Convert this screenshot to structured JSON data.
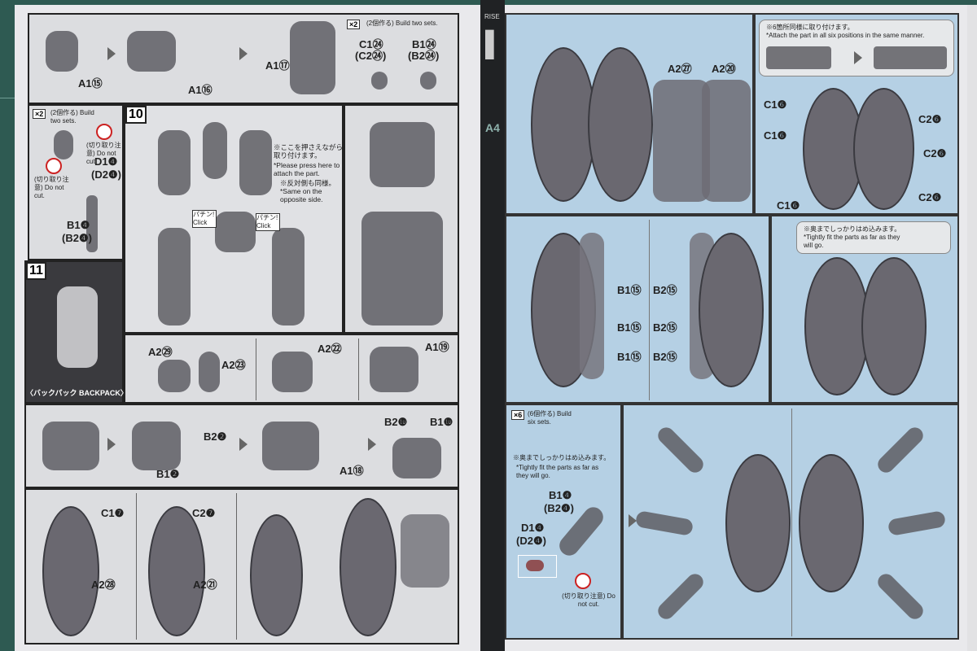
{
  "left_page": {
    "row1": {
      "labels": [
        "A1⑮",
        "A1⑯",
        "A1⑰",
        "C1㉔",
        "(C2㉔)",
        "B1㉔",
        "(B2㉔)"
      ],
      "badge": "×2",
      "badge_note": "(2個作る) Build two sets."
    },
    "subpanel": {
      "badge": "×2",
      "badge_note": "(2個作る) Build two sets.",
      "labels": [
        "D1❹",
        "(D2❹)",
        "B1❹",
        "(B2❹)"
      ],
      "do_not_cut": [
        "(切り取り注意) Do not cut.",
        "(切り取り注意) Do not cut."
      ]
    },
    "step10": {
      "number": "10",
      "note_jp": "※ここを押さえながら取り付けます。",
      "note_en": "*Please press here to attach the part.",
      "note2_jp": "※反対側も同様。",
      "note2_en": "*Same on the opposite side.",
      "click1": "パチン! Click",
      "click2": "パチン! Click"
    },
    "step11": {
      "number": "11",
      "caption": "〈バックパック BACKPACK〉"
    },
    "row3": {
      "labels": [
        "A2㉙",
        "A2㉓",
        "A2㉒",
        "A1⑲"
      ]
    },
    "row4": {
      "labels": [
        "B2❷",
        "B1❷",
        "A1⑱",
        "B2❿",
        "B1❿"
      ]
    },
    "row5": {
      "labels": [
        "C1❼",
        "A2㉘",
        "C2❼",
        "A2㉑"
      ]
    }
  },
  "spine": {
    "brand": "RISE",
    "side_label": "A4"
  },
  "right_page": {
    "row1": {
      "labels": [
        "A2㉗",
        "A2⑳"
      ],
      "note_jp": "※6箇所同様に取り付けます。",
      "note_en": "*Attach the part in all six positions in the same manner.",
      "c_labels": [
        "C1❻",
        "C1❻",
        "C1❻",
        "C2❻",
        "C2❻",
        "C2❻"
      ]
    },
    "row2": {
      "b1": [
        "B1⑮",
        "B1⑮",
        "B1⑮"
      ],
      "b2": [
        "B2⑮",
        "B2⑮",
        "B2⑮"
      ],
      "note_jp": "※奥までしっかりはめ込みます。",
      "note_en": "*Tightly fit the parts as far as they will go."
    },
    "row3": {
      "badge": "×6",
      "badge_note": "(6個作る) Build six sets.",
      "note_jp": "※奥までしっかりはめ込みます。",
      "note_en": "*Tightly fit the parts as far as they will go.",
      "labels": [
        "B1❹",
        "(B2❹)",
        "D1❹",
        "(D2❹)"
      ],
      "do_not_cut": "(切り取り注意) Do not cut."
    }
  }
}
